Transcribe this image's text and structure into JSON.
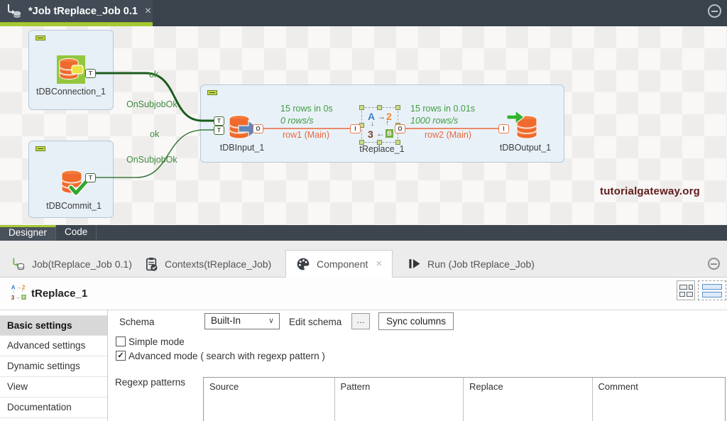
{
  "titlebar": {
    "tab_label": "*Job tReplace_Job 0.1",
    "close_label": "×"
  },
  "canvas": {
    "labels": {
      "dbconnection": "tDBConnection_1",
      "dbcommit": "tDBCommit_1",
      "dbinput": "tDBInput_1",
      "treplace": "tReplace_1",
      "dboutput": "tDBOutput_1"
    },
    "links": {
      "link1_ok": "ok",
      "link1_type": "OnSubjobOk",
      "link2_ok": "ok",
      "link2_type": "OnSubjobOk"
    },
    "rows": {
      "row1_stat": "15 rows in 0s",
      "row1_rate": "0 rows/s",
      "row1_name": "row1 (Main)",
      "row2_stat": "15 rows in 0.01s",
      "row2_rate": "1000 rows/s",
      "row2_name": "row2 (Main)"
    },
    "ports": {
      "trigger": "T",
      "output": "O",
      "input": "I"
    },
    "watermark": "tutorialgateway.org"
  },
  "view_tabs": {
    "designer": "Designer",
    "code": "Code"
  },
  "panel": {
    "tabs": {
      "job": "Job(tReplace_Job 0.1)",
      "contexts": "Contexts(tReplace_Job)",
      "component": "Component",
      "component_close": "×",
      "run": "Run (Job tReplace_Job)"
    },
    "header": {
      "title": "tReplace_1"
    },
    "sidebar": [
      "Basic settings",
      "Advanced settings",
      "Dynamic settings",
      "View",
      "Documentation"
    ],
    "settings": {
      "schema_label": "Schema",
      "schema_value": "Built-In",
      "edit_schema_label": "Edit schema",
      "ellipsis": "…",
      "sync_columns": "Sync columns",
      "simple_mode": "Simple mode",
      "advanced_mode": "Advanced mode ( search with regexp pattern )",
      "regexp_label": "Regexp patterns",
      "table_headers": [
        "Source",
        "Pattern",
        "Replace",
        "Comment"
      ]
    }
  },
  "icons": {
    "treplace": {
      "a": "A",
      "arrow_r": "→",
      "two": "2",
      "down": "↓",
      "up": "↑",
      "three": "3",
      "arrow_l": "←",
      "b": "B"
    },
    "chevron_down": "∨",
    "check": "✓"
  },
  "colors": {
    "accent_green": "#a6c832",
    "trigger_green": "#1c5c1e",
    "row_orange": "#e8683e",
    "stat_green": "#3f9c40",
    "watermark_maroon": "#5f1b1b",
    "titlebar_dark": "#3a424c",
    "subjob_blue": "#e7eff7"
  }
}
